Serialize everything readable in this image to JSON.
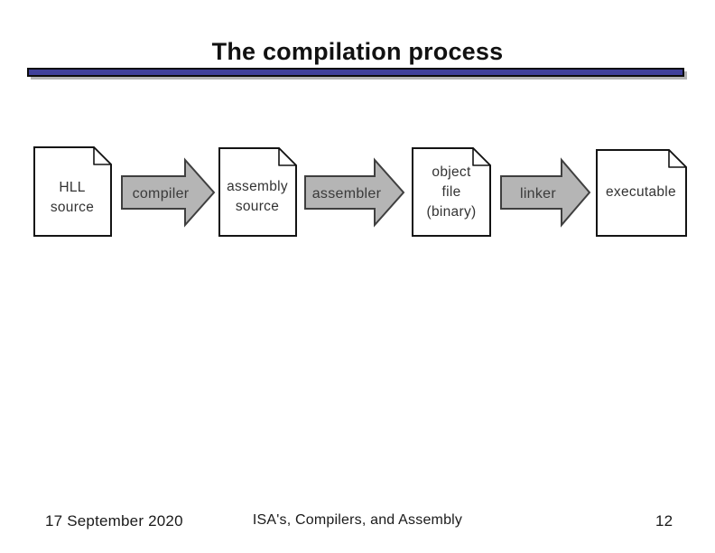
{
  "slide": {
    "title": "The compilation process",
    "accent_bar_color": "#41419b",
    "accent_bar_shadow_color": "#b3b3b3",
    "footer": {
      "date": "17 September 2020",
      "course": "ISA's, Compilers, and Assembly",
      "page_number": "12"
    }
  },
  "diagram": {
    "documents": [
      {
        "lines": [
          "HLL",
          "source"
        ]
      },
      {
        "lines": [
          "assembly",
          "source"
        ]
      },
      {
        "lines": [
          "object",
          "file",
          "(binary)"
        ]
      },
      {
        "lines": [
          "executable"
        ]
      }
    ],
    "arrows": [
      {
        "label": "compiler"
      },
      {
        "label": "assembler"
      },
      {
        "label": "linker"
      }
    ],
    "colors": {
      "arrow_fill": "#b5b5b5",
      "arrow_border": "#3f3f3f",
      "document_fill": "#ffffff",
      "document_border": "#141414",
      "fold_shadow": "#b0b0b0",
      "label_text": "#333333"
    }
  }
}
